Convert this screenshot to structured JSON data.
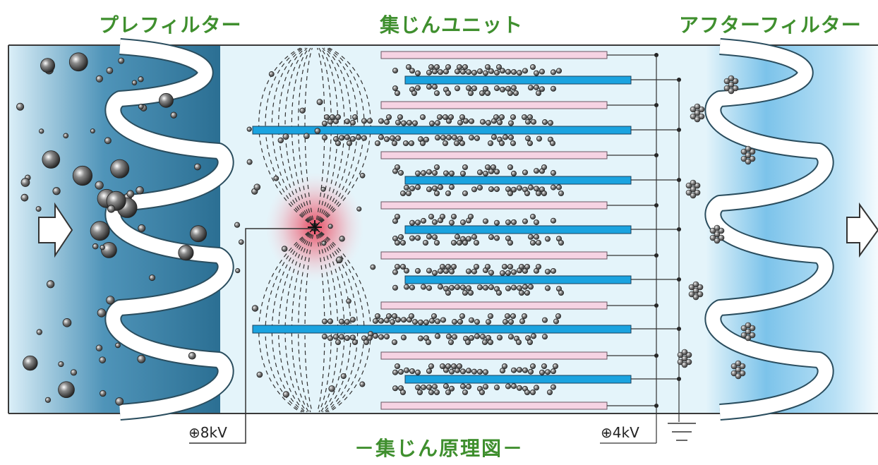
{
  "headings": {
    "prefilter": "プレフィルター",
    "collector": "集じんユニット",
    "afterfilter": "アフターフィルター"
  },
  "voltages": {
    "ionizer": "⊕8kV",
    "collector": "⊕4kV"
  },
  "caption": "－集じん原理図－",
  "colors": {
    "heading_green": "#3f8f2e",
    "prefilter_dark": "#2b6f93",
    "afterfilter_blue": "#5ab0e0",
    "background_cyan": "#e4f4fa",
    "collector_plate_blue": "#1aa3e0",
    "ground_plate_pink": "#f6d3e3",
    "ionizer_glow": "#e8304a",
    "particle": "#555555"
  },
  "icons": {
    "inflow": "arrow-right-icon",
    "outflow": "arrow-right-icon",
    "ground": "ground-symbol-icon"
  }
}
